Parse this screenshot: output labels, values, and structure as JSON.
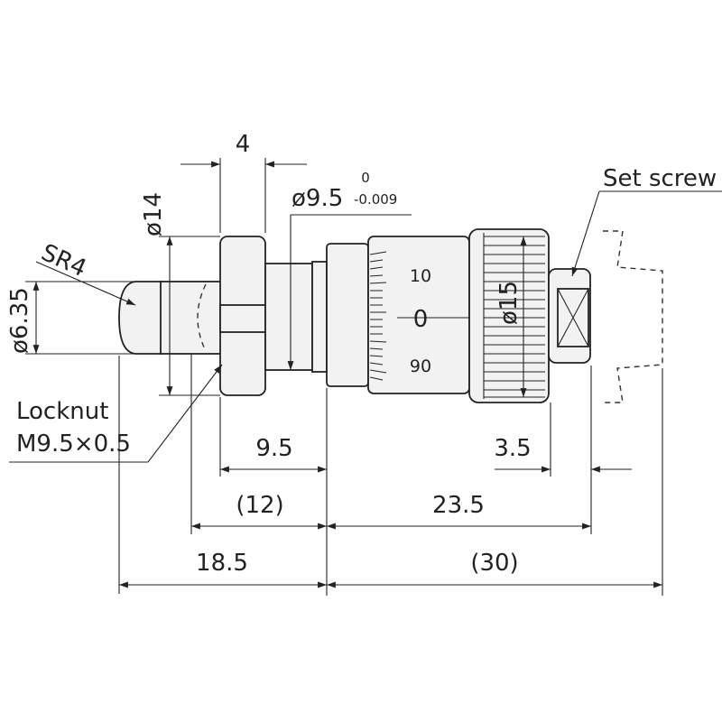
{
  "dimensions": {
    "d_nut_width": "4",
    "d_spindle": "ø9.5",
    "d_tol_upper": "0",
    "d_tol_lower": "-0.009",
    "d_nut_dia": "ø14",
    "d_sr": "SR4",
    "d_tip": "ø6.35",
    "d_thimble": "ø15",
    "d_9_5": "9.5",
    "d_3_5": "3.5",
    "d_12": "(12)",
    "d_23_5": "23.5",
    "d_18_5": "18.5",
    "d_30": "(30)"
  },
  "labels": {
    "set_screw": "Set screw",
    "locknut_1": "Locknut",
    "locknut_2": "M9.5×0.5"
  },
  "scale": {
    "s_10": "10",
    "s_0": "0",
    "s_90": "90"
  }
}
